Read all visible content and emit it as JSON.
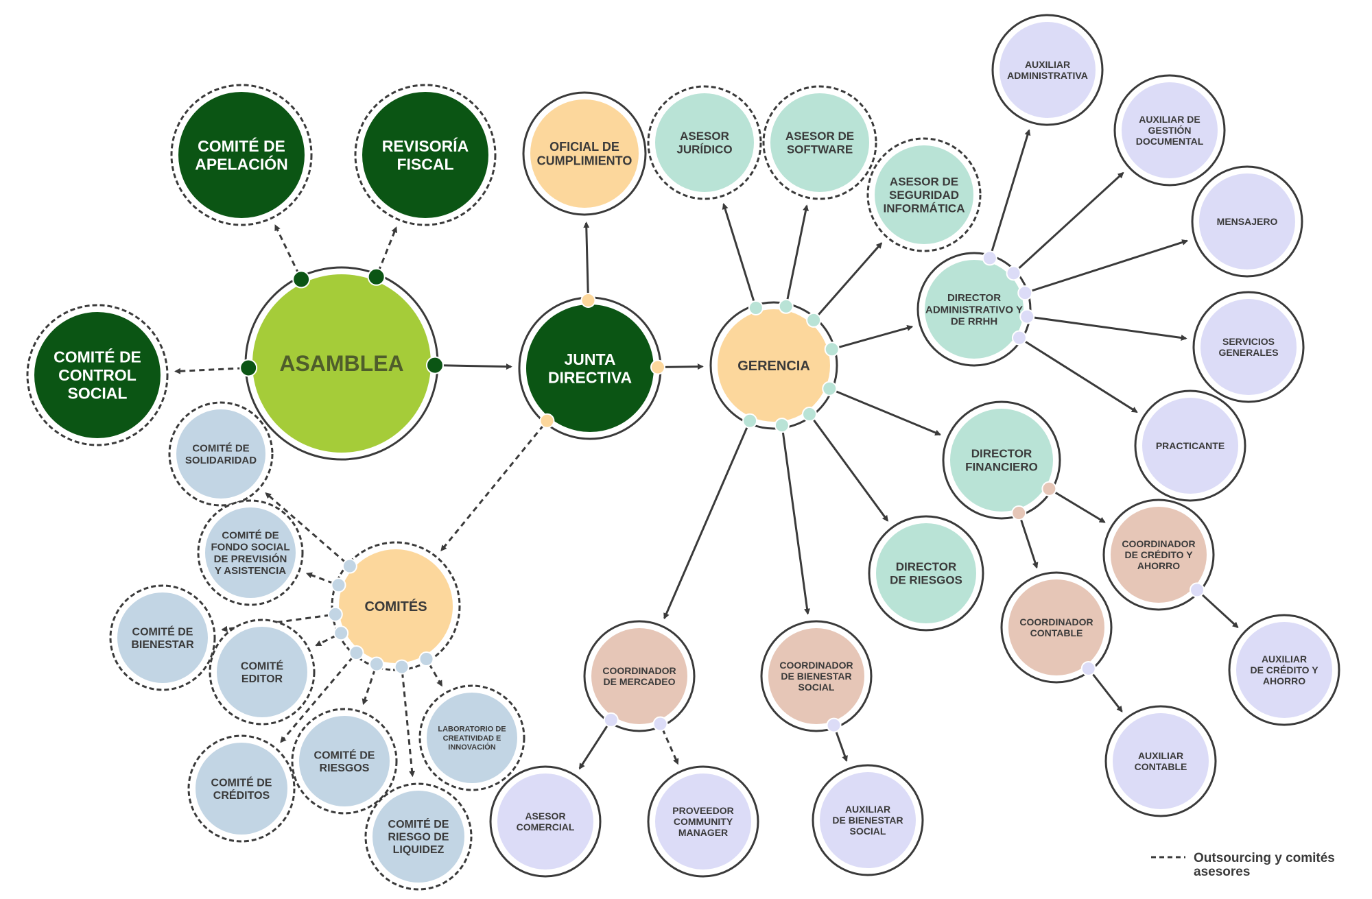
{
  "colors": {
    "dark_green": "#0b5514",
    "light_green": "#a5cc39",
    "peach": "#fcd79c",
    "mint": "#b9e3d6",
    "blue_grey": "#c2d5e4",
    "rose": "#e6c6b7",
    "lavender": "#dcdcf7",
    "line": "#3a3a3a"
  },
  "nodes": [
    {
      "id": "asamblea",
      "label": [
        "ASAMBLEA"
      ],
      "color": "light_green"
    },
    {
      "id": "apelacion",
      "label": [
        "COMITÉ DE",
        "APELACIÓN"
      ],
      "color": "dark_green"
    },
    {
      "id": "revisoria",
      "label": [
        "REVISORÍA",
        "FISCAL"
      ],
      "color": "dark_green"
    },
    {
      "id": "control",
      "label": [
        "COMITÉ DE",
        "CONTROL",
        "SOCIAL"
      ],
      "color": "dark_green"
    },
    {
      "id": "junta",
      "label": [
        "JUNTA",
        "DIRECTIVA"
      ],
      "color": "dark_green"
    },
    {
      "id": "oficial",
      "label": [
        "OFICIAL DE",
        "CUMPLIMIENTO"
      ],
      "color": "peach"
    },
    {
      "id": "comites",
      "label": [
        "COMITÉS"
      ],
      "color": "peach"
    },
    {
      "id": "gerencia",
      "label": [
        "GERENCIA"
      ],
      "color": "peach"
    },
    {
      "id": "solidaridad",
      "label": [
        "COMITÉ DE",
        "SOLIDARIDAD"
      ],
      "color": "blue_grey"
    },
    {
      "id": "fondo",
      "label": [
        "COMITÉ DE",
        "FONDO SOCIAL",
        "DE PREVISIÓN",
        "Y ASISTENCIA"
      ],
      "color": "blue_grey"
    },
    {
      "id": "bienestar_c",
      "label": [
        "COMITÉ DE",
        "BIENESTAR"
      ],
      "color": "blue_grey"
    },
    {
      "id": "editor",
      "label": [
        "COMITÉ",
        "EDITOR"
      ],
      "color": "blue_grey"
    },
    {
      "id": "creditos_c",
      "label": [
        "COMITÉ DE",
        "CRÉDITOS"
      ],
      "color": "blue_grey"
    },
    {
      "id": "riesgos_c",
      "label": [
        "COMITÉ DE",
        "RIESGOS"
      ],
      "color": "blue_grey"
    },
    {
      "id": "liquidez",
      "label": [
        "COMITÉ DE",
        "RIESGO DE",
        "LIQUIDEZ"
      ],
      "color": "blue_grey"
    },
    {
      "id": "laboratorio",
      "label": [
        "LABORATORIO DE",
        "CREATIVIDAD E",
        "INNOVACIÓN"
      ],
      "color": "blue_grey"
    },
    {
      "id": "juridico",
      "label": [
        "ASESOR",
        "JURÍDICO"
      ],
      "color": "mint"
    },
    {
      "id": "software",
      "label": [
        "ASESOR DE",
        "SOFTWARE"
      ],
      "color": "mint"
    },
    {
      "id": "seguridad",
      "label": [
        "ASESOR DE",
        "SEGURIDAD",
        "INFORMÁTICA"
      ],
      "color": "mint"
    },
    {
      "id": "dir_admin",
      "label": [
        "DIRECTOR",
        "ADMINISTRATIVO Y",
        "DE RRHH"
      ],
      "color": "mint"
    },
    {
      "id": "dir_fin",
      "label": [
        "DIRECTOR",
        "FINANCIERO"
      ],
      "color": "mint"
    },
    {
      "id": "dir_riesgos",
      "label": [
        "DIRECTOR",
        "DE RIESGOS"
      ],
      "color": "mint"
    },
    {
      "id": "aux_admin",
      "label": [
        "AUXILIAR",
        "ADMINISTRATIVA"
      ],
      "color": "lavender"
    },
    {
      "id": "aux_gestion",
      "label": [
        "AUXILIAR DE",
        "GESTIÓN",
        "DOCUMENTAL"
      ],
      "color": "lavender"
    },
    {
      "id": "mensajero",
      "label": [
        "MENSAJERO"
      ],
      "color": "lavender"
    },
    {
      "id": "servicios",
      "label": [
        "SERVICIOS",
        "GENERALES"
      ],
      "color": "lavender"
    },
    {
      "id": "practicante",
      "label": [
        "PRACTICANTE"
      ],
      "color": "lavender"
    },
    {
      "id": "coord_credito",
      "label": [
        "COORDINADOR",
        "DE CRÉDITO Y",
        "AHORRO"
      ],
      "color": "rose"
    },
    {
      "id": "coord_contable",
      "label": [
        "COORDINADOR",
        "CONTABLE"
      ],
      "color": "rose"
    },
    {
      "id": "aux_credito",
      "label": [
        "AUXILIAR",
        "DE CRÉDITO Y",
        "AHORRO"
      ],
      "color": "lavender"
    },
    {
      "id": "aux_contable",
      "label": [
        "AUXILIAR",
        "CONTABLE"
      ],
      "color": "lavender"
    },
    {
      "id": "coord_mercadeo",
      "label": [
        "COORDINADOR",
        "DE MERCADEO"
      ],
      "color": "rose"
    },
    {
      "id": "coord_bienestar",
      "label": [
        "COORDINADOR",
        "DE BIENESTAR",
        "SOCIAL"
      ],
      "color": "rose"
    },
    {
      "id": "asesor_comercial",
      "label": [
        "ASESOR",
        "COMERCIAL"
      ],
      "color": "lavender"
    },
    {
      "id": "proveedor",
      "label": [
        "PROVEEDOR",
        "COMMUNITY",
        "MANAGER"
      ],
      "color": "lavender"
    },
    {
      "id": "aux_bienestar",
      "label": [
        "AUXILIAR",
        "DE BIENESTAR",
        "SOCIAL"
      ],
      "color": "lavender"
    }
  ],
  "edges": [
    {
      "from": "asamblea",
      "to": "apelacion",
      "style": "dashed"
    },
    {
      "from": "asamblea",
      "to": "revisoria",
      "style": "dashed"
    },
    {
      "from": "asamblea",
      "to": "control",
      "style": "dashed"
    },
    {
      "from": "asamblea",
      "to": "junta",
      "style": "solid"
    },
    {
      "from": "junta",
      "to": "oficial",
      "style": "solid"
    },
    {
      "from": "junta",
      "to": "gerencia",
      "style": "solid"
    },
    {
      "from": "junta",
      "to": "comites",
      "style": "dashed"
    },
    {
      "from": "comites",
      "to": "solidaridad",
      "style": "dashed"
    },
    {
      "from": "comites",
      "to": "fondo",
      "style": "dashed"
    },
    {
      "from": "comites",
      "to": "bienestar_c",
      "style": "dashed"
    },
    {
      "from": "comites",
      "to": "editor",
      "style": "dashed"
    },
    {
      "from": "comites",
      "to": "creditos_c",
      "style": "dashed"
    },
    {
      "from": "comites",
      "to": "riesgos_c",
      "style": "dashed"
    },
    {
      "from": "comites",
      "to": "liquidez",
      "style": "dashed"
    },
    {
      "from": "comites",
      "to": "laboratorio",
      "style": "dashed"
    },
    {
      "from": "gerencia",
      "to": "juridico",
      "style": "solid"
    },
    {
      "from": "gerencia",
      "to": "software",
      "style": "solid"
    },
    {
      "from": "gerencia",
      "to": "seguridad",
      "style": "solid"
    },
    {
      "from": "gerencia",
      "to": "dir_admin",
      "style": "solid"
    },
    {
      "from": "gerencia",
      "to": "dir_fin",
      "style": "solid"
    },
    {
      "from": "gerencia",
      "to": "dir_riesgos",
      "style": "solid"
    },
    {
      "from": "gerencia",
      "to": "coord_bienestar",
      "style": "solid"
    },
    {
      "from": "gerencia",
      "to": "coord_mercadeo",
      "style": "solid"
    },
    {
      "from": "dir_admin",
      "to": "aux_admin",
      "style": "solid"
    },
    {
      "from": "dir_admin",
      "to": "aux_gestion",
      "style": "solid"
    },
    {
      "from": "dir_admin",
      "to": "mensajero",
      "style": "solid"
    },
    {
      "from": "dir_admin",
      "to": "servicios",
      "style": "solid"
    },
    {
      "from": "dir_admin",
      "to": "practicante",
      "style": "solid"
    },
    {
      "from": "dir_fin",
      "to": "coord_credito",
      "style": "solid"
    },
    {
      "from": "dir_fin",
      "to": "coord_contable",
      "style": "solid"
    },
    {
      "from": "coord_credito",
      "to": "aux_credito",
      "style": "solid"
    },
    {
      "from": "coord_contable",
      "to": "aux_contable",
      "style": "solid"
    },
    {
      "from": "coord_mercadeo",
      "to": "asesor_comercial",
      "style": "solid"
    },
    {
      "from": "coord_mercadeo",
      "to": "proveedor",
      "style": "dashed"
    },
    {
      "from": "coord_bienestar",
      "to": "aux_bienestar",
      "style": "solid"
    }
  ],
  "legend": {
    "line1": "Outsourcing y comités",
    "line2": "asesores"
  }
}
